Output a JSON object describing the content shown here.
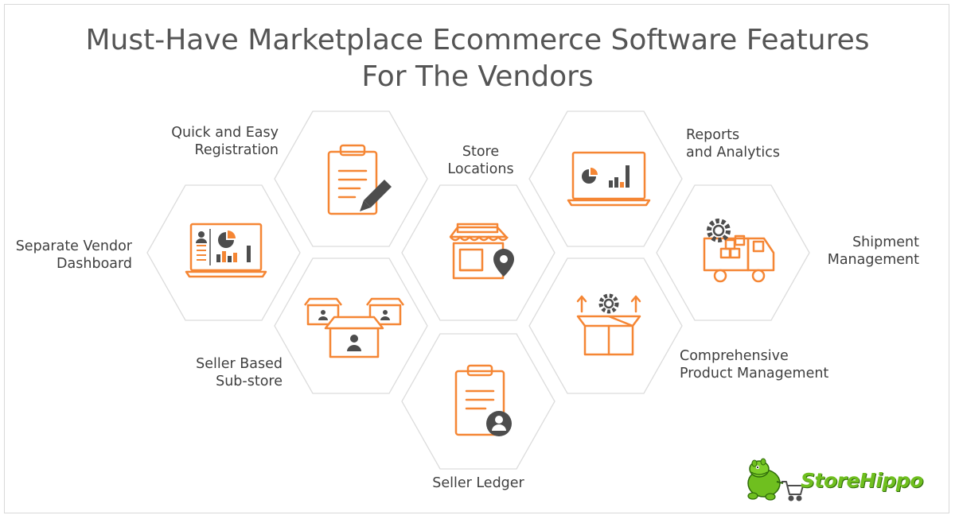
{
  "title": {
    "line1": "Must-Have Marketplace Ecommerce Software Features",
    "line2": "For The Vendors"
  },
  "features": {
    "registration": {
      "line1": "Quick and Easy",
      "line2": "Registration",
      "icon": "clipboard-pencil-icon"
    },
    "store_locations": {
      "line1": "Store",
      "line2": "Locations",
      "icon": "storefront-location-icon"
    },
    "reports": {
      "line1": "Reports",
      "line2": "and Analytics",
      "icon": "laptop-analytics-icon"
    },
    "dashboard": {
      "line1": "Separate Vendor",
      "line2": "Dashboard",
      "icon": "vendor-dashboard-icon"
    },
    "shipment": {
      "line1": "Shipment",
      "line2": "Management",
      "icon": "delivery-truck-gear-icon"
    },
    "substore": {
      "line1": "Seller Based",
      "line2": "Sub-store",
      "icon": "seller-substores-icon"
    },
    "product_mgmt": {
      "line1": "Comprehensive",
      "line2": "Product Management",
      "icon": "box-gear-icon"
    },
    "ledger": {
      "line1": "Seller Ledger",
      "icon": "clipboard-user-icon"
    }
  },
  "logo": {
    "text": "StoreHippo",
    "icon": "hippo-mascot-cart-icon"
  },
  "colors": {
    "accent": "#f58634",
    "icon_dark": "#4d4d4d",
    "hex_stroke": "#dcdcdc",
    "title": "#555555",
    "text": "#3f3f3f",
    "logo_green": "#6fbf1f"
  }
}
